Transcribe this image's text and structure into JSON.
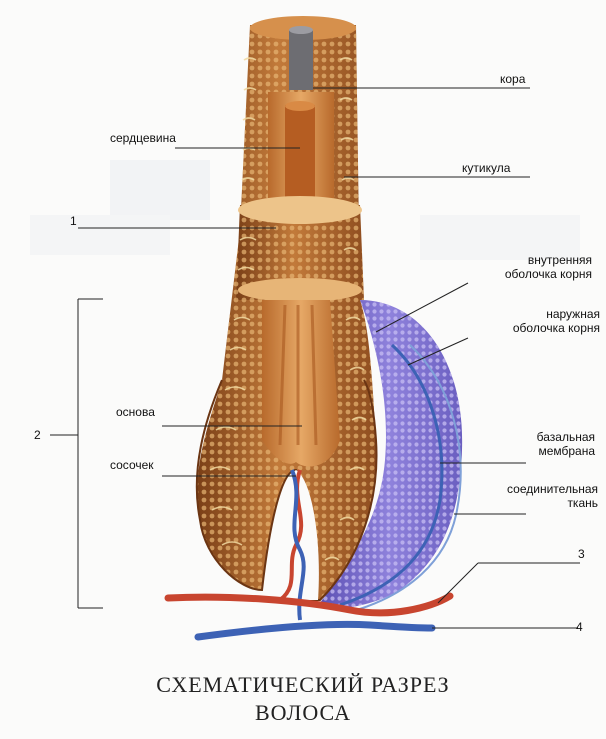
{
  "title": {
    "line1": "СХЕМАТИЧЕСКИЙ РАЗРЕЗ",
    "line2": "ВОЛОСА"
  },
  "labels": {
    "cortex": "кора",
    "medulla": "сердцевина",
    "cuticle": "кутикула",
    "inner_sheath_1": "внутренняя",
    "inner_sheath_2": "оболочка корня",
    "outer_sheath_1": "наружная",
    "outer_sheath_2": "оболочка корня",
    "basal_1": "базальная",
    "basal_2": "мембрана",
    "connective_1": "соединительная",
    "connective_2": "ткань",
    "base": "основа",
    "papilla": "сосочек",
    "num1": "1",
    "num2": "2",
    "num3": "3",
    "num4": "4"
  },
  "colors": {
    "hair_dark": "#8a4a1e",
    "hair_mid": "#c27a3a",
    "hair_light": "#e3b071",
    "cuticle_lines": "#f1d9a0",
    "sheath_purple": "#7a6bc7",
    "sheath_light": "#a99be3",
    "artery": "#c8452f",
    "vein": "#3d62b5"
  }
}
